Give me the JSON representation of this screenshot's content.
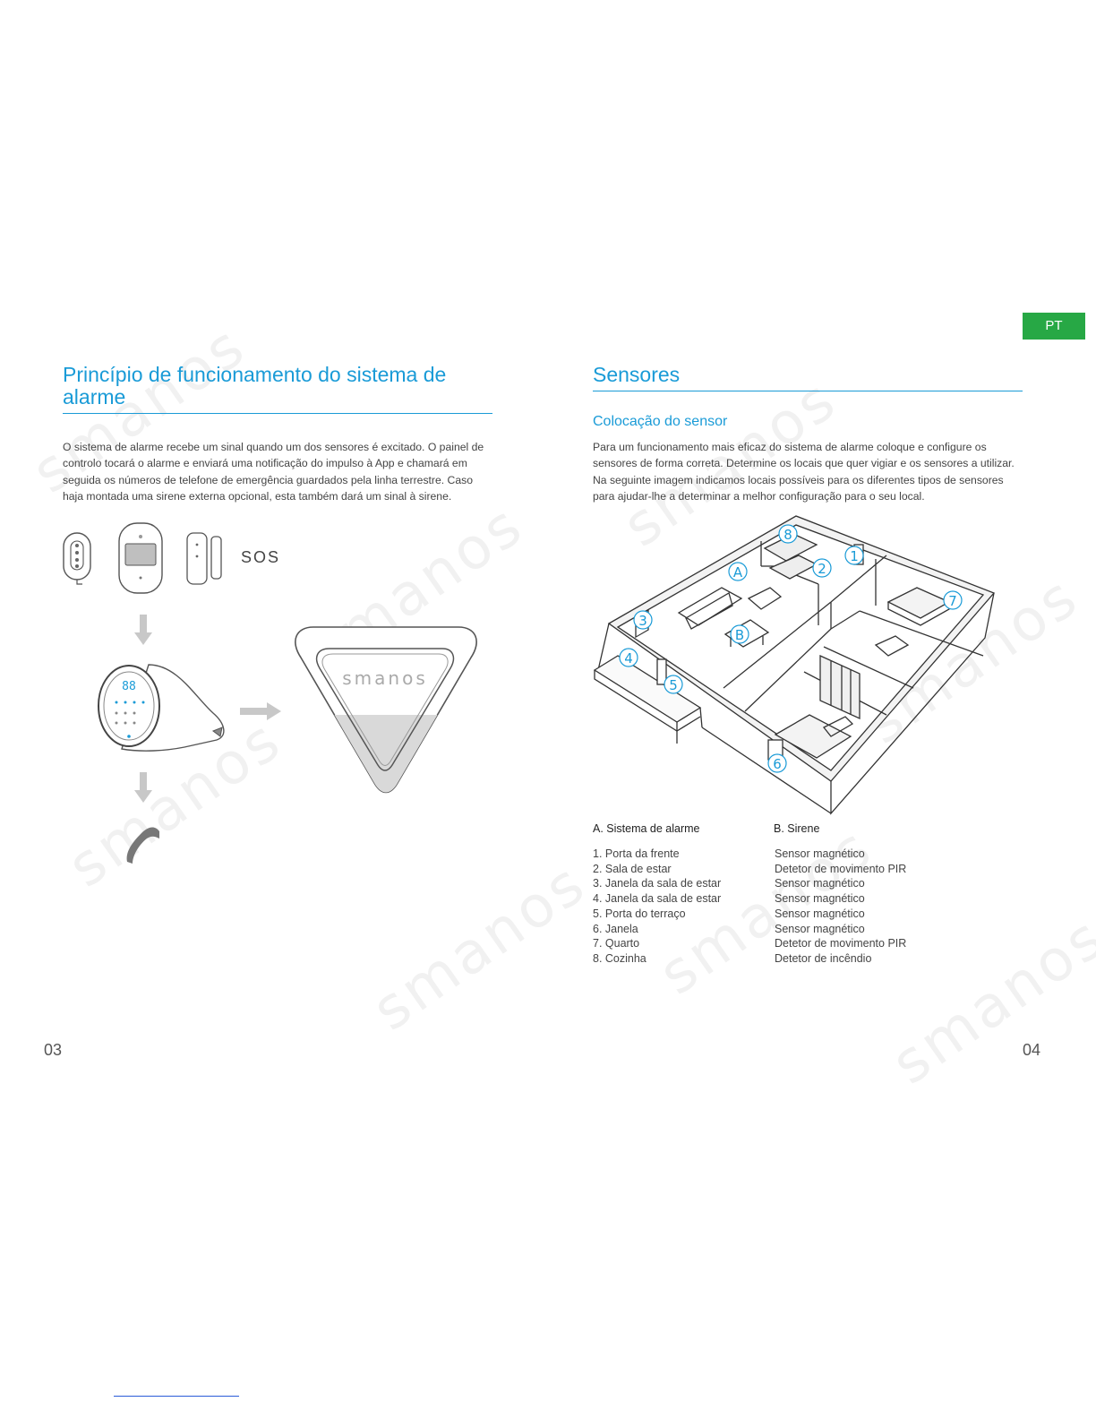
{
  "lang_tag": "PT",
  "left": {
    "title": "Princípio de funcionamento do sistema de alarme",
    "paragraph": "O sistema de alarme recebe um sinal quando um dos sensores é excitado. O painel de controlo tocará o alarme e enviará uma notificação do impulso à App e chamará em seguida os números de telefone de emergência guardados pela linha terrestre. Caso haja montada uma sirene externa opcional, esta também dará um sinal à sirene.",
    "sos_label": "SOS",
    "display_digits": "88",
    "siren_brand": "smanos",
    "page_number": "03"
  },
  "right": {
    "title": "Sensores",
    "subtitle": "Colocação do sensor",
    "paragraph": "Para um funcionamento mais eficaz do sistema de alarme coloque e configure os sensores de forma correta. Determine os locais que quer vigiar e os sensores a utilizar. Na seguinte imagem indicamos locais possíveis para os diferentes tipos de sensores para ajudar-lhe a determinar a melhor configuração para o seu local.",
    "markers": [
      "1",
      "2",
      "3",
      "4",
      "5",
      "6",
      "7",
      "8",
      "A",
      "B"
    ],
    "legend_head_a": "A. Sistema de alarme",
    "legend_head_b": "B. Sirene",
    "locations": [
      "1. Porta da frente",
      "2. Sala de estar",
      "3. Janela da sala de estar",
      "4. Janela da sala de estar",
      "5. Porta do terraço",
      "6. Janela",
      "7. Quarto",
      "8. Cozinha"
    ],
    "sensors": [
      "Sensor magnético",
      "Detetor de movimento PIR",
      "Sensor magnético",
      "Sensor magnético",
      "Sensor magnético",
      "Sensor magnético",
      "Detetor de movimento PIR",
      "Detetor de incêndio"
    ],
    "page_number": "04"
  },
  "watermark": "smanos",
  "colors": {
    "accent": "#1a9bd7",
    "tag": "#27a845",
    "arrow": "#c8c8c8"
  }
}
